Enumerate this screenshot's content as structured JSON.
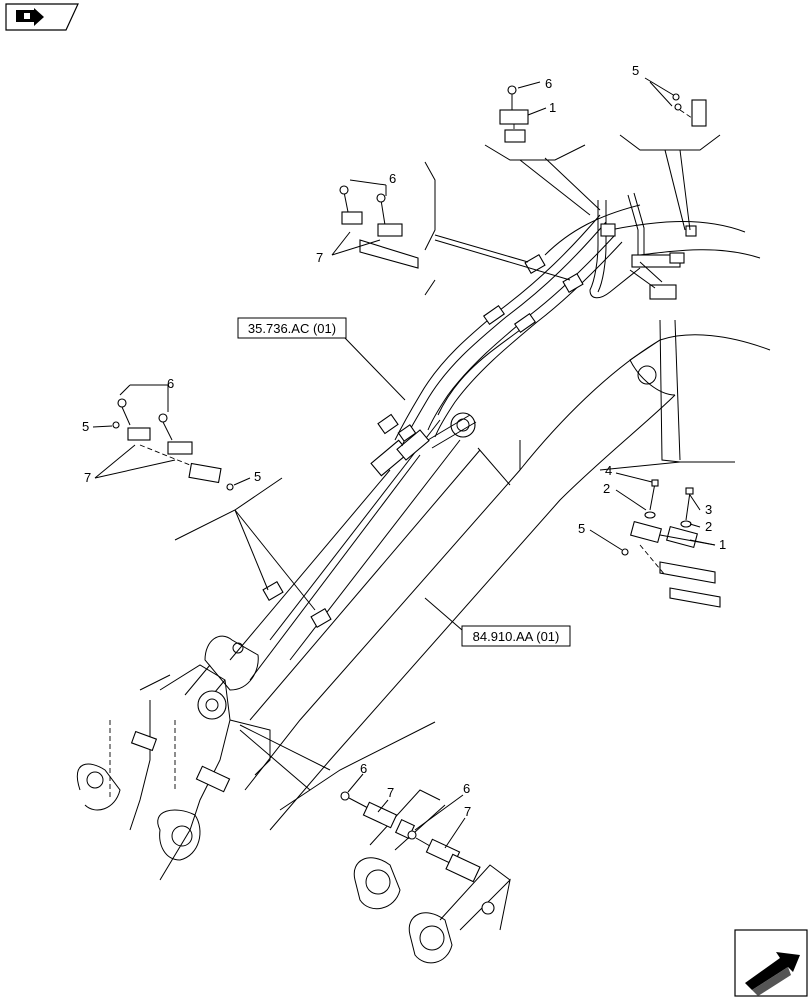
{
  "icons": {
    "top_left": "section-tab-icon",
    "bottom_right": "next-page-arrow-icon"
  },
  "references": [
    {
      "id": "ref-35736",
      "label": "35.736.AC (01)"
    },
    {
      "id": "ref-84910",
      "label": "84.910.AA (01)"
    }
  ],
  "callouts": {
    "top_center_6": "6",
    "top_center_1": "1",
    "top_right_5": "5",
    "upper_left_6": "6",
    "upper_left_7": "7",
    "mid_left_6": "6",
    "mid_left_5a": "5",
    "mid_left_7": "7",
    "mid_left_5b": "5",
    "right_4": "4",
    "right_2a": "2",
    "right_3": "3",
    "right_2b": "2",
    "right_5": "5",
    "right_1": "1",
    "bottom_6a": "6",
    "bottom_7a": "7",
    "bottom_6b": "6",
    "bottom_7b": "7"
  }
}
